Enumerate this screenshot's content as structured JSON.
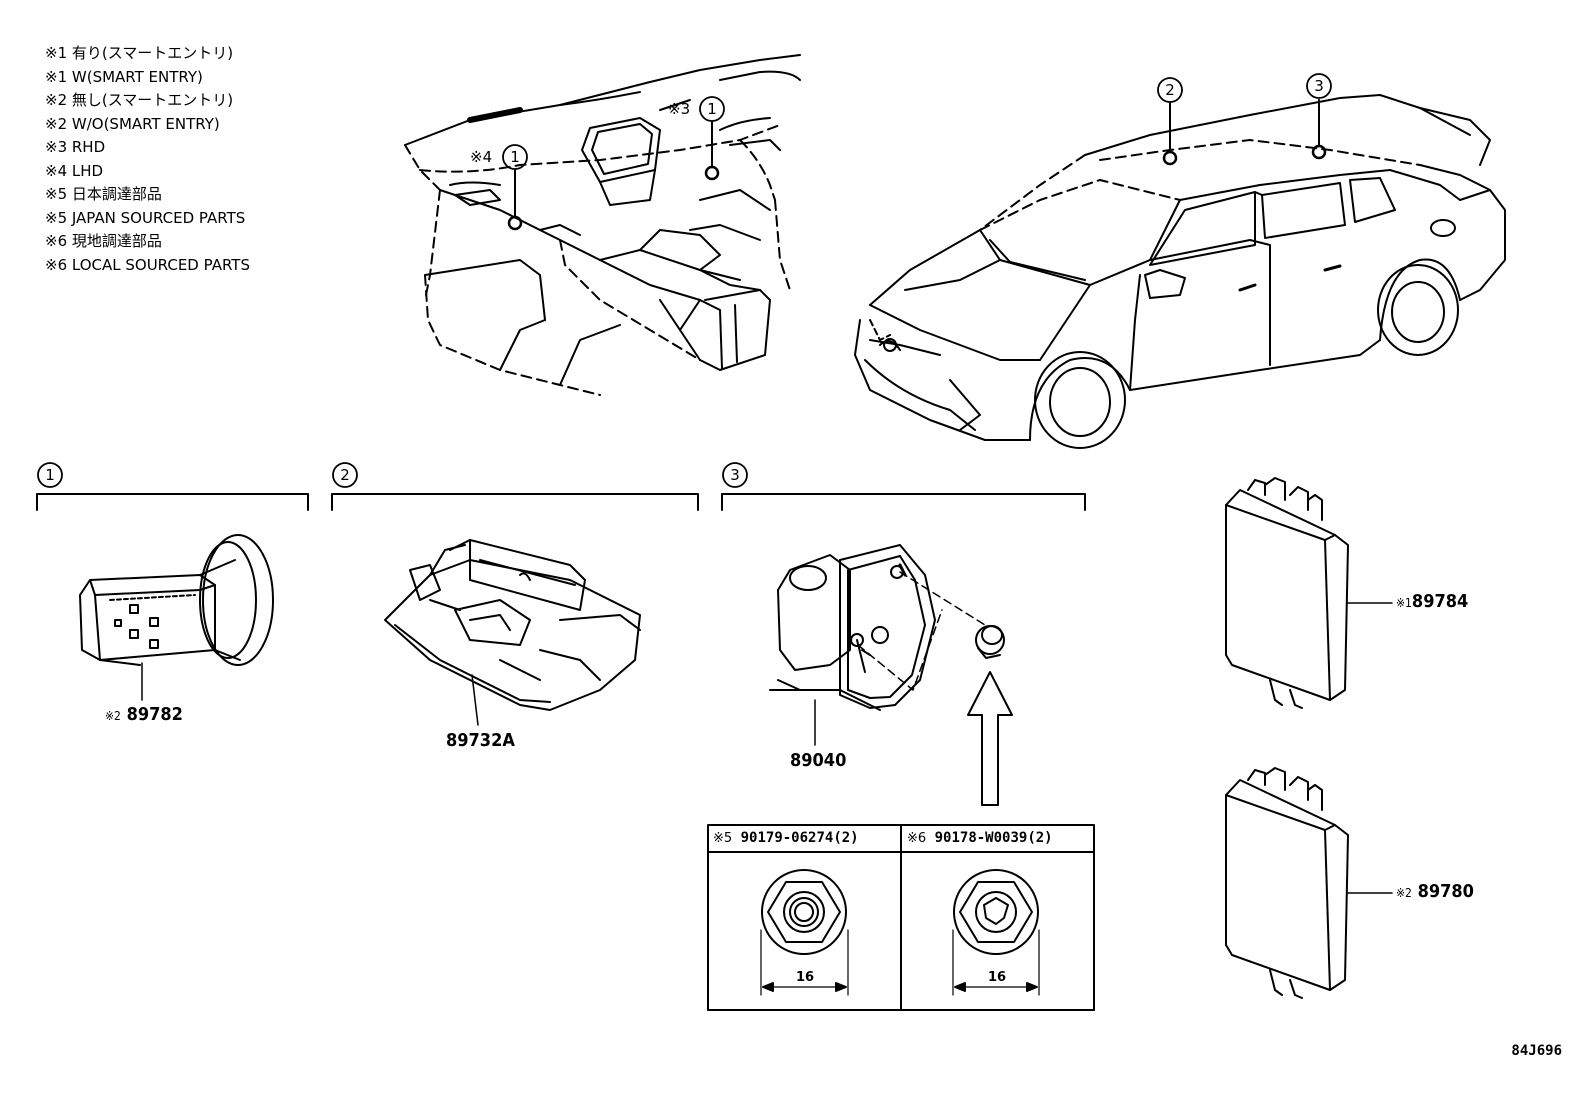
{
  "legend": [
    "※1 有り(スマートエントリ)",
    "※1 W(SMART ENTRY)",
    "※2 無し(スマートエントリ)",
    "※2 W/O(SMART ENTRY)",
    "※3 RHD",
    "※4 LHD",
    "※5 日本調達部品",
    "※5 JAPAN SOURCED PARTS",
    "※6 現地調達部品",
    "※6 LOCAL SOURCED PARTS"
  ],
  "callouts": {
    "one": "1",
    "two": "2",
    "three": "3"
  },
  "dash_marks": {
    "rhd": "※3",
    "lhd": "※4"
  },
  "parts": {
    "p89782_mark": "※2",
    "p89782": "89782",
    "p89732a": "89732A",
    "p89040": "89040",
    "p89784_mark": "※1",
    "p89784": "89784",
    "p89780_mark": "※2",
    "p89780": "89780"
  },
  "fastener_table": {
    "left_mark": "※5",
    "left_part": "90179-06274(2)",
    "right_mark": "※6",
    "right_part": "90178-W0039(2)",
    "left_dim": "16",
    "right_dim": "16"
  },
  "diagram_ref": "84J696"
}
